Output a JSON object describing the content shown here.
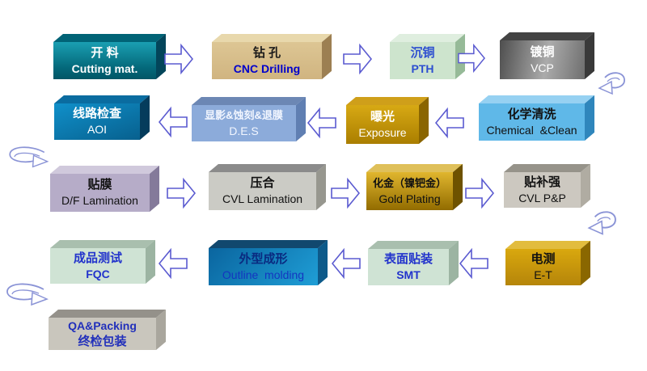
{
  "diagram": {
    "type": "process-flowchart",
    "subject": "PCB manufacturing process flow"
  },
  "colors": {
    "background": "#ffffff",
    "arrow_outline": "#5a5ad0",
    "loop_outline": "#8a93d6"
  },
  "icons": {
    "flow_arrow_right": "block-arrow-right",
    "flow_arrow_left": "block-arrow-left",
    "loop_arrow": "curved-u-turn-arrow"
  },
  "steps": [
    {
      "zh": "开 料",
      "en": "Cutting mat.",
      "colors": {
        "front": "linear-gradient(180deg,#1a9fb2 0%,#04687a 70%,#015666 100%)",
        "top": "#016376",
        "side": "#03455a",
        "zh": "#ffffff",
        "en": "#ffffff"
      }
    },
    {
      "zh": "钻 孔",
      "en": "CNC Drilling",
      "colors": {
        "front": "linear-gradient(180deg,#ddc694,#d0b480)",
        "top": "#e8d8ac",
        "side": "#9c7f52",
        "zh": "#1a1a1a",
        "en": "#0000cc"
      }
    },
    {
      "zh": "沉铜",
      "en": "PTH",
      "colors": {
        "front": "#cde4cd",
        "top": "#dfeedf",
        "side": "#96ba98",
        "zh": "#2d4fd0",
        "en": "#2d4fd0"
      }
    },
    {
      "zh": "镀铜",
      "en": "VCP",
      "colors": {
        "front": "linear-gradient(100deg,#4e4e4e,#ababab 55%,#6e6e6e)",
        "top": "#434343",
        "side": "#393939",
        "zh": "#ffffff",
        "en": "#ffffff"
      }
    },
    {
      "zh": "化学清洗",
      "en": "Chemical  &Clean",
      "colors": {
        "front": "#5fb8e8",
        "top": "#96d1f2",
        "side": "#2f86bc",
        "zh": "#111111",
        "en": "#111111"
      }
    },
    {
      "zh": "曝光",
      "en": "Exposure",
      "colors": {
        "front": "linear-gradient(180deg,#d7a914,#aa7e00)",
        "top": "#cf9f1a",
        "side": "#8a6500",
        "zh": "#ffffff",
        "en": "#ffffff"
      }
    },
    {
      "zh": "显影&蚀刻&退膜",
      "en": "D.E.S",
      "colors": {
        "front": "#8cabda",
        "top": "#6c87b4",
        "side": "#607fb2",
        "zh": "#f2f6ff",
        "en": "#f2f6ff"
      }
    },
    {
      "zh": "线路检查",
      "en": "AOI",
      "colors": {
        "front": "linear-gradient(160deg,#1090ca,#07608e)",
        "top": "#0a6ca0",
        "side": "#053c5c",
        "zh": "#ffffff",
        "en": "#ffffff"
      }
    },
    {
      "zh": "贴膜",
      "en": "D/F Lamination",
      "colors": {
        "front": "#b6acc8",
        "top": "#d0c9dc",
        "side": "#847a9a",
        "zh": "#111111",
        "en": "#111111"
      }
    },
    {
      "zh": "压合",
      "en": "CVL Lamination",
      "colors": {
        "front": "#cbcbc5",
        "top": "#8b8b8b",
        "side": "#97978f",
        "zh": "#111111",
        "en": "#111111"
      }
    },
    {
      "zh": "化金（镍钯金）",
      "en": "Gold Plating",
      "colors": {
        "front": "linear-gradient(180deg,#e0b62e,#926c00)",
        "top": "#dfc05a",
        "side": "#6e5200",
        "zh": "#111111",
        "en": "#111111"
      }
    },
    {
      "zh": "贴补强",
      "en": "CVL P&P",
      "colors": {
        "front": "#ccc8c0",
        "top": "#96938a",
        "side": "#b0aca2",
        "zh": "#111111",
        "en": "#111111"
      }
    },
    {
      "zh": "电测",
      "en": "E-T",
      "colors": {
        "front": "linear-gradient(180deg,#d9a80e,#b5850a)",
        "top": "#e2bc3e",
        "side": "#8a6700",
        "zh": "#111111",
        "en": "#111111"
      }
    },
    {
      "zh": "表面贴装",
      "en": "SMT",
      "colors": {
        "front": "#cfe3d4",
        "top": "#a9bfae",
        "side": "#9cb4a2",
        "zh": "#2233cc",
        "en": "#2233cc"
      }
    },
    {
      "zh": "外型成形",
      "en": "Outline  molding",
      "colors": {
        "front": "linear-gradient(135deg,#0a659f,#1f9ed6)",
        "top": "#11486e",
        "side": "#0d5a8a",
        "zh": "#0a2a80",
        "en": "#1436c0"
      }
    },
    {
      "zh": "成品测试",
      "en": "FQC",
      "colors": {
        "front": "#cfe3d4",
        "top": "#a9bfae",
        "side": "#9cb4a2",
        "zh": "#2233cc",
        "en": "#2233cc"
      }
    },
    {
      "zh": "终检包装",
      "en": "QA&Packing",
      "colors": {
        "front": "#c9c6bd",
        "top": "#94918a",
        "side": "#a9a69d",
        "zh": "#2230bb",
        "en": "#2230bb"
      }
    }
  ]
}
